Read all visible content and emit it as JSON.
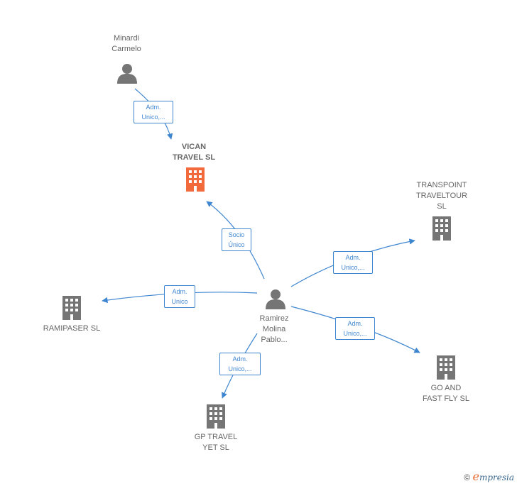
{
  "colors": {
    "edge": "#3f86d1",
    "person_icon": "#757575",
    "company_icon": "#757575",
    "highlight_company": "#f26a3b"
  },
  "nodes": {
    "minardi": {
      "label": "Minardi\nCarmelo",
      "icon": "person-icon"
    },
    "vican": {
      "label": "VICAN\nTRAVEL  SL",
      "icon": "building-icon",
      "highlight": true
    },
    "transpoint": {
      "label": "TRANSPOINT\nTRAVELTOUR\nSL",
      "icon": "building-icon"
    },
    "ramirez": {
      "label": "Ramirez\nMolina\nPablo...",
      "icon": "person-icon"
    },
    "ramipaser": {
      "label": "RAMIPASER  SL",
      "icon": "building-icon"
    },
    "goandfastfly": {
      "label": "GO AND\nFAST FLY  SL",
      "icon": "building-icon"
    },
    "gptravel": {
      "label": "GP TRAVEL\nYET  SL",
      "icon": "building-icon"
    }
  },
  "edges": {
    "minardi_vican": "Adm.\nUnico,...",
    "ramirez_vican": "Socio\nÚnico",
    "ramirez_transpoint": "Adm.\nUnico,...",
    "ramirez_ramipaser": "Adm.\nUnico",
    "ramirez_goandfastfly": "Adm.\nUnico,...",
    "ramirez_gptravel": "Adm.\nUnico,..."
  },
  "footer": {
    "copyright": "©",
    "brand_initial": "e",
    "brand_rest": "mpresia"
  }
}
